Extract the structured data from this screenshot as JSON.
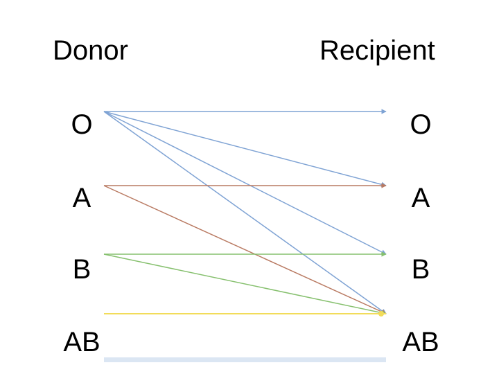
{
  "headers": {
    "donor": "Donor",
    "recipient": "Recipient"
  },
  "donors": [
    "O",
    "A",
    "B",
    "AB"
  ],
  "recipients": [
    "O",
    "A",
    "B",
    "AB"
  ],
  "compatibility": [
    {
      "from": "O",
      "to": "O"
    },
    {
      "from": "O",
      "to": "A"
    },
    {
      "from": "O",
      "to": "B"
    },
    {
      "from": "O",
      "to": "AB"
    },
    {
      "from": "A",
      "to": "A"
    },
    {
      "from": "A",
      "to": "AB"
    },
    {
      "from": "B",
      "to": "B"
    },
    {
      "from": "B",
      "to": "AB"
    },
    {
      "from": "AB",
      "to": "AB"
    }
  ],
  "colors": {
    "O": "#7fa3d4",
    "A": "#b97a62",
    "B": "#86c06e",
    "AB": "#f2dc5a",
    "bottom_bar": "#dbe6f3"
  }
}
